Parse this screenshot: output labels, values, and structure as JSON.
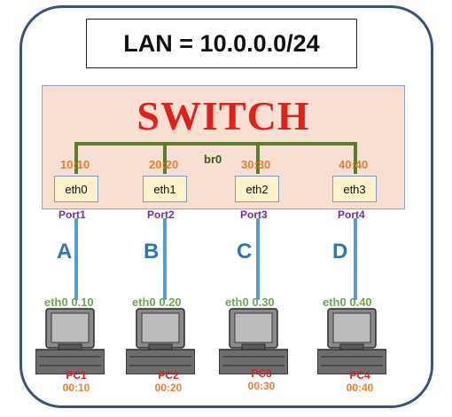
{
  "lan_label": "LAN = 10.0.0.0/24",
  "switch": {
    "title": "SWITCH",
    "bridge": "br0"
  },
  "ports": [
    {
      "mac": "10:10",
      "iface": "eth0",
      "port": "Port1",
      "link": "A"
    },
    {
      "mac": "20:20",
      "iface": "eth1",
      "port": "Port2",
      "link": "B"
    },
    {
      "mac": "30:30",
      "iface": "eth2",
      "port": "Port3",
      "link": "C"
    },
    {
      "mac": "40:40",
      "iface": "eth3",
      "port": "Port4",
      "link": "D"
    }
  ],
  "pcs": [
    {
      "iface": "eth0",
      "ip": "0.10",
      "name": "PC1",
      "mac": "00:10"
    },
    {
      "iface": "eth0",
      "ip": "0.20",
      "name": "PC2",
      "mac": "00:20"
    },
    {
      "iface": "eth0",
      "ip": "0.30",
      "name": "PC3",
      "mac": "00:30"
    },
    {
      "iface": "eth0",
      "ip": "0.40",
      "name": "PC4",
      "mac": "00:40"
    }
  ],
  "colors": {
    "frame": "#3a5478",
    "switch_fill": "#f7dfd2",
    "switch_title": "#e0201b",
    "bridge_line": "#5a7d2a",
    "link_line": "#5b9bd5",
    "mac": "#ed7d31",
    "port": "#7030a0",
    "link_label": "#2e75b6",
    "pc_ip": "#6aa84f"
  }
}
